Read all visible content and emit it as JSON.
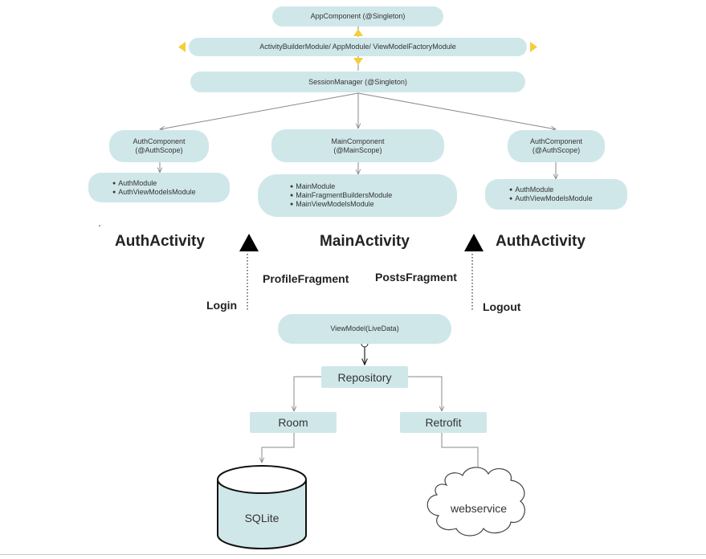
{
  "nodes": {
    "app_component": "AppComponent (@Singleton)",
    "modules_bar": "ActivityBuilderModule/ AppModule/ ViewModelFactoryModule",
    "session_manager": "SessionManager (@Singleton)",
    "auth_component_left": [
      "AuthComponent",
      "(@AuthScope)"
    ],
    "main_component": [
      "MainComponent",
      "(@MainScope)"
    ],
    "auth_component_right": [
      "AuthComponent",
      "(@AuthScope)"
    ],
    "auth_modules_left": [
      "AuthModule",
      "AuthViewModelsModule"
    ],
    "main_modules": [
      "MainModule",
      "MainFragmentBuildersModule",
      "MainViewModelsModule"
    ],
    "auth_modules_right": [
      "AuthModule",
      "AuthViewModelsModule"
    ],
    "viewmodel": "ViewModel(LiveData)",
    "repository": "Repository",
    "room": "Room",
    "retrofit": "Retrofit",
    "sqlite": "SQLite",
    "webservice": "webservice"
  },
  "labels": {
    "auth_activity_left": "AuthActivity",
    "main_activity": "MainActivity",
    "auth_activity_right": "AuthActivity",
    "profile_fragment": "ProfileFragment",
    "posts_fragment": "PostsFragment",
    "login": "Login",
    "logout": "Logout"
  },
  "colors": {
    "node_fill": "#d0e7ea",
    "connector": "#888888",
    "arrowhead_accent": "#f5cd3b",
    "triangle": "#000000"
  },
  "icons": {
    "triangle": "black-up-triangle",
    "arrowheads": "yellow-arrowheads",
    "database": "cylinder",
    "cloud": "cloud"
  }
}
